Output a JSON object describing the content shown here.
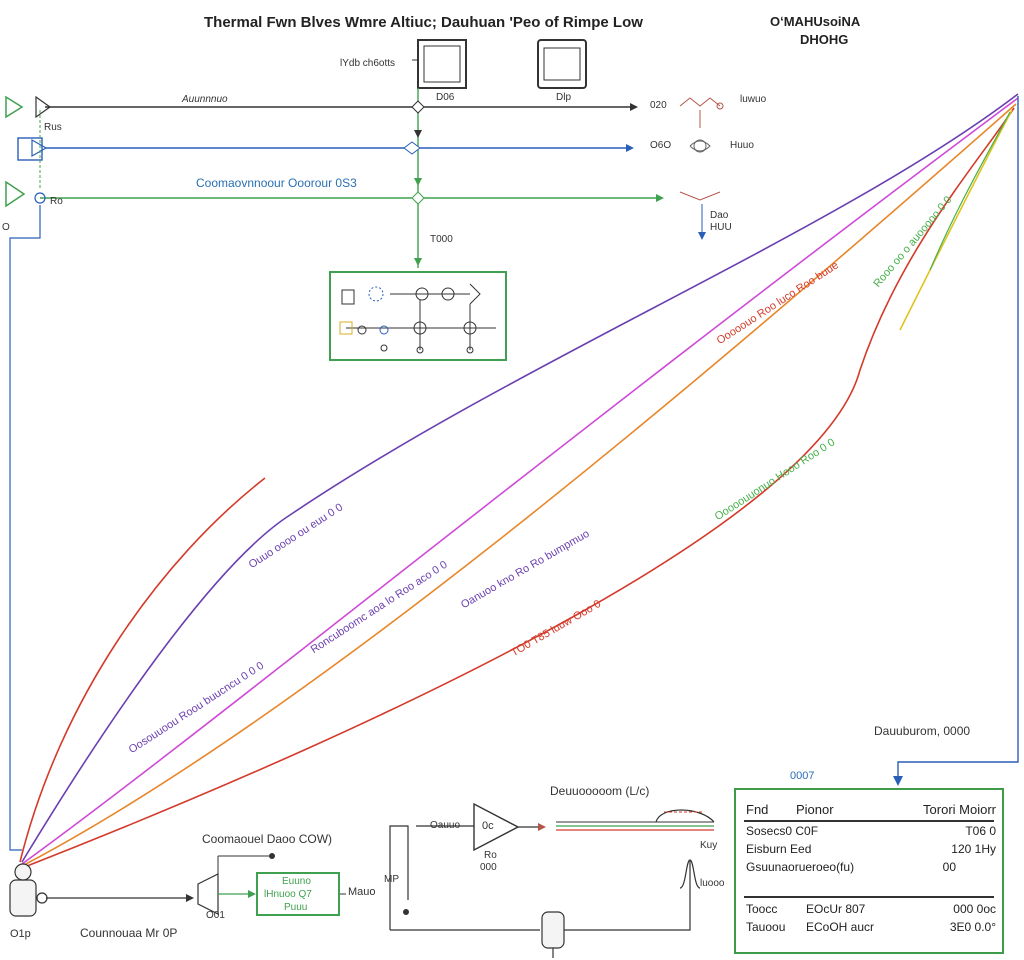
{
  "header": {
    "title": "Thermal Fwn Blves Wmre Altiuc; Dauhuan 'Peo of Rimpe Low",
    "corner_line1": "OʻMAHUsoiNA",
    "corner_line2": "DHOHG"
  },
  "labels": {
    "top_small": "lYdb  ch6otts",
    "top_box1_caption": "D06",
    "top_box2_caption": "Dlp",
    "line1_label": "Auunnnuo",
    "line1_end_value": "020",
    "line1_end_label": "luwuo",
    "left_pin_label": "Rus",
    "line2_end_value": "O6O",
    "line2_end_label": "Huuo",
    "line3_label": "Coomaovnnoour Ooorour 0S3",
    "line3_left_label": "Ro",
    "line3_end_label1": "Dao",
    "line3_end_label2": "HUU",
    "left_edge_label": "O",
    "vert_label": "T000",
    "bottom_right_label": "Dauuburom, 0000",
    "panel_top_label": "0007",
    "bottom_mid_label": "Deuuooooom  (L/c)",
    "amp_label": "0c",
    "amp_left_label": "Oauuo",
    "amp_below1": "Ro",
    "amp_below2": "000",
    "bottom_left_label1": "Coomaouel Daoo  COW)",
    "bottom_left_label2": "Counnouaa Mr 0P",
    "bottom_left_label3": "O1p",
    "mux_label": "O01",
    "green_box_line1": "Euuno",
    "green_box_line2": "lHnuoo  Q7",
    "green_box_line3": "Puuu",
    "after_box_label": "Mauo",
    "mid_pin_label": "MP",
    "right_pin_label": "Kuy",
    "right_pin_label2": "luooo"
  },
  "diagonal_labels": {
    "d1": "Oosouuoou Roou buucncu 0 0 0",
    "d2": "Roncuboomc aoa lo Roo aco 0 0",
    "d3": "Oanuoo kno Ro Ro bumpmuo",
    "d4": "TO0 T85 luuw Ooo 0",
    "d5": "Ooooouuonuo Hooo Roo 0 0",
    "d6": "Ooooouo Roo luco Roo buue",
    "d7": "Rooo oo o auooooo 0 0",
    "d8": "Ouuo oooo ou euu 0 0"
  },
  "panel": {
    "header": [
      "Fnd",
      "Pionor",
      "Torori Moiorr"
    ],
    "rows": [
      [
        "Sosecs0 C0F",
        "",
        "T06   0"
      ],
      [
        "Eisburn Eed",
        "",
        "120 1Hy"
      ],
      [
        "Gsuunaorueroeo(fu)",
        "",
        "00"
      ]
    ],
    "footer": [
      [
        "Toocc",
        "EOcUr 807",
        "000  0oc"
      ],
      [
        "Tauoou",
        "ECoOH aucr",
        "3E0 0.0°"
      ]
    ]
  },
  "colors": {
    "purple": "#6a3fb0",
    "magenta": "#d04ad8",
    "orange": "#e8862a",
    "yellow": "#e0c41c",
    "green": "#46b04a",
    "red": "#d43a2a",
    "blue": "#2a5fb8",
    "black": "#333333"
  }
}
